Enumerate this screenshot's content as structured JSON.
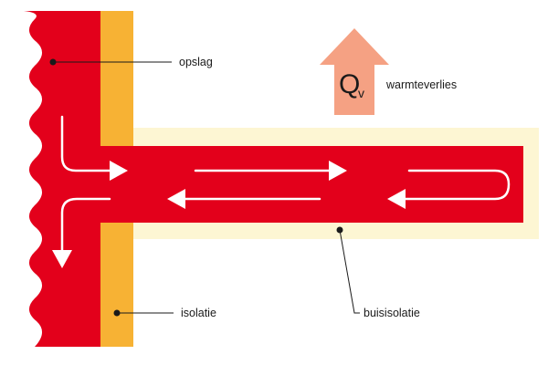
{
  "labels": {
    "opslag": "opslag",
    "isolatie": "isolatie",
    "buisisolatie": "buisisolatie",
    "warmteverlies": "warmteverlies"
  },
  "heat_symbol": {
    "letter": "Q",
    "subscript": "v"
  },
  "colors": {
    "fluid": "#e3001b",
    "wall_insulation": "#f7b234",
    "pipe_insulation": "#fdf6d3",
    "heat_arrow": "#f5a183",
    "flow_arrow": "#ffffff",
    "line": "#1a1a1a"
  }
}
